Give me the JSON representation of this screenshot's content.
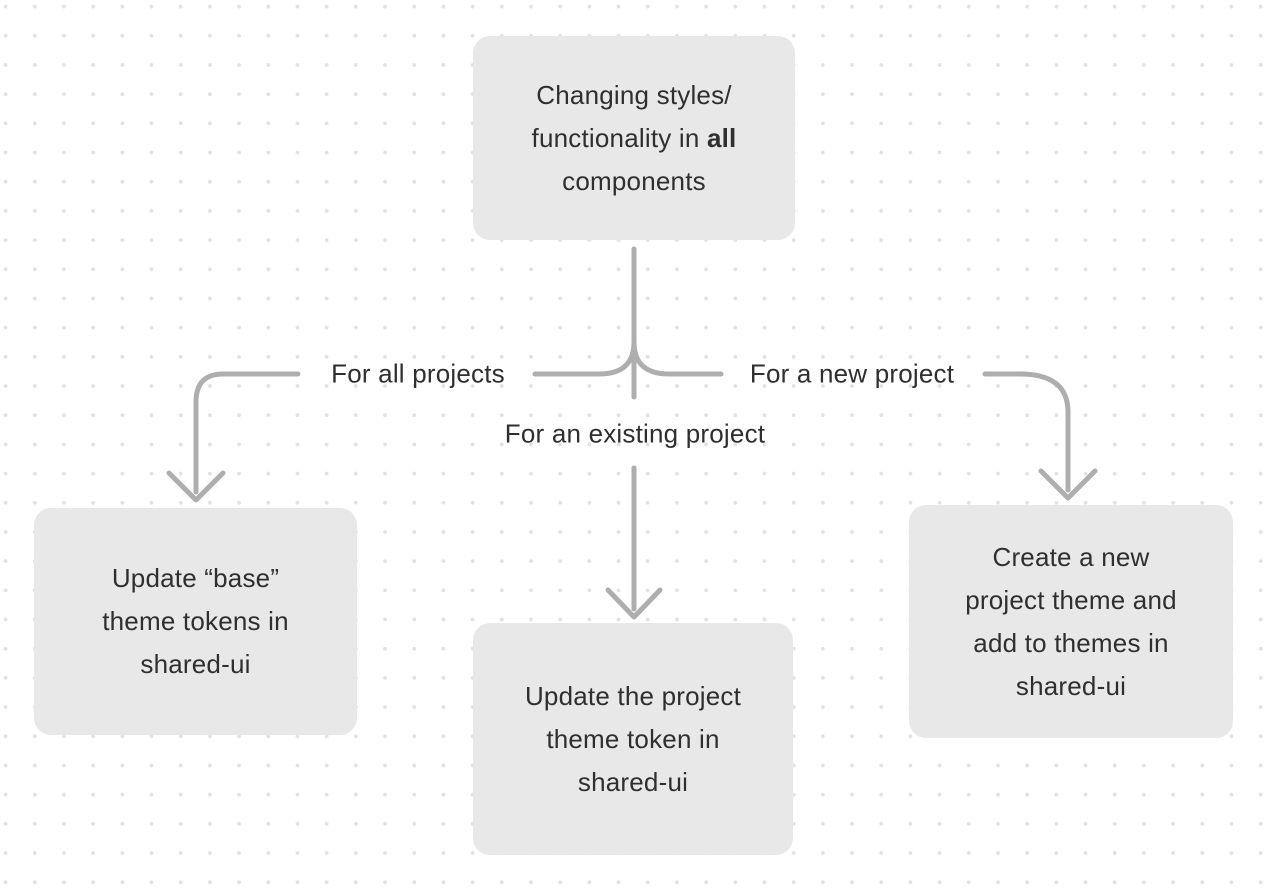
{
  "diagram": {
    "nodes": {
      "top": {
        "lines": [
          [
            {
              "t": "Changing styles/"
            }
          ],
          [
            {
              "t": "functionality in "
            },
            {
              "t": "all",
              "b": true
            }
          ],
          [
            {
              "t": "components"
            }
          ]
        ]
      },
      "left": {
        "lines": [
          [
            {
              "t": "Update “base”"
            }
          ],
          [
            {
              "t": "theme tokens in"
            }
          ],
          [
            {
              "t": "shared-ui"
            }
          ]
        ]
      },
      "middle": {
        "lines": [
          [
            {
              "t": "Update the project"
            }
          ],
          [
            {
              "t": "theme token in"
            }
          ],
          [
            {
              "t": "shared-ui"
            }
          ]
        ]
      },
      "right": {
        "lines": [
          [
            {
              "t": "Create a new"
            }
          ],
          [
            {
              "t": "project theme and"
            }
          ],
          [
            {
              "t": "add to themes in"
            }
          ],
          [
            {
              "t": "shared-ui"
            }
          ]
        ]
      }
    },
    "edge_labels": {
      "all_projects": "For all projects",
      "existing_project": "For an existing project",
      "new_project": "For a new project"
    },
    "colors": {
      "background": "#ffffff",
      "dot": "#e2e2e2",
      "node_fill": "#e8e8e8",
      "connector": "#aeaeae",
      "text": "#2f2f2f"
    }
  }
}
